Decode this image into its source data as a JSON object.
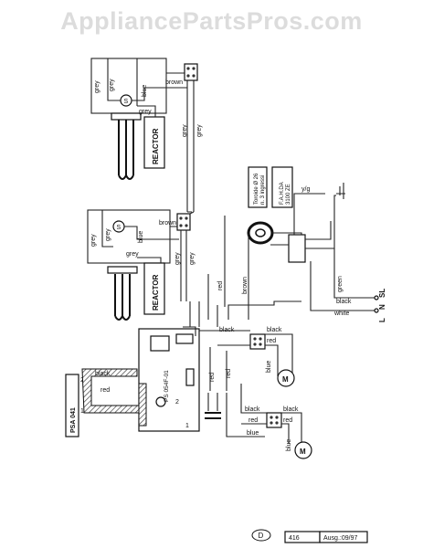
{
  "watermark": "AppliancePartsPros.com",
  "components": {
    "reactor_top": "REACTOR",
    "reactor_bottom": "REACTOR",
    "motor_symbol": "M",
    "starter_symbol": "S",
    "board_model": "PS 054F-01",
    "psa_label": "PSA 041",
    "toroid_label": "Toroide Ø 26\nn. 3 ingressi",
    "filter_label": "F.A.H.DA\n3100 ZE",
    "terminal_1": "1",
    "terminal_2": "2"
  },
  "wires": {
    "grey": "grey",
    "blue": "blue",
    "brown": "brown",
    "red": "red",
    "black": "black",
    "white": "white",
    "green": "green",
    "yg": "y/g"
  },
  "mains": {
    "L": "L",
    "N": "N",
    "SL": "SL"
  },
  "footer": {
    "logo": "D",
    "page_number": "416",
    "revision": "Ausg.:09/97"
  }
}
